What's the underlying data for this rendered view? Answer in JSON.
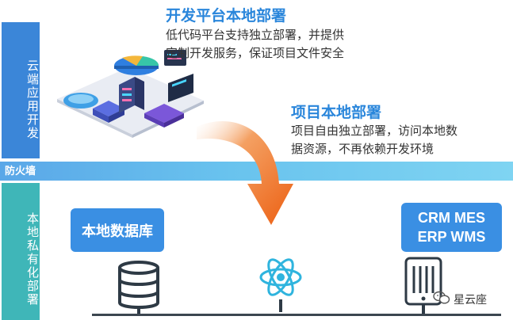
{
  "left_labels": {
    "top": "云端应用开发",
    "firewall": "防火墙",
    "bottom": "本地私有化部署"
  },
  "section1": {
    "title": "开发平台本地部署",
    "line1": "低代码平台支持独立部署，并提供",
    "line2": "定制开发服务，保证项目文件安全"
  },
  "section2": {
    "title": "项目本地部署",
    "line1": "项目自由独立部署，访问本地数",
    "line2": "据资源，不再依赖开发环境"
  },
  "cards": {
    "database": "本地数据库",
    "systems_line1": "CRM MES",
    "systems_line2": "ERP WMS"
  },
  "icons": [
    "database-icon",
    "react-atom-icon",
    "server-icon",
    "isometric-platform-illustration",
    "curved-arrow-icon",
    "wechat-icon"
  ],
  "watermark": "星云座",
  "colors": {
    "top_band": "#3b86d8",
    "firewall_band": "#69c3ee",
    "bottom_band": "#3fb6b8",
    "title_blue": "#2a86db",
    "card_blue": "#3a8fe3",
    "arrow_orange": "#ee6a1e"
  }
}
